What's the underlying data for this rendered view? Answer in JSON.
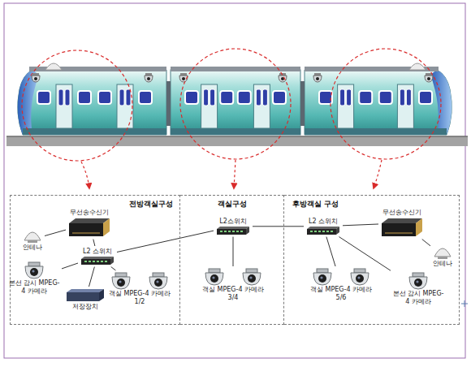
{
  "diagram": {
    "nodes": [
      {
        "text": [
          "전방객실구성"
        ]
      },
      {
        "text": [
          "안테나"
        ],
        "in": 0
      },
      {
        "text": [
          "무선송수신기"
        ],
        "in": 0
      },
      {
        "text": [
          "본선 감시 MPEG-4 카메라"
        ],
        "in": 0
      },
      {
        "text": [
          "L2 스위치"
        ],
        "in": 0
      },
      {
        "text": [
          "객실 MPEG-4 카메라 1/2"
        ],
        "in": 0
      },
      {
        "text": [
          "저장장치"
        ],
        "in": 0
      },
      {
        "text": [
          "객실구성"
        ]
      },
      {
        "text": [
          "L2스위치"
        ],
        "in": 7
      },
      {
        "text": [
          "객실 MPEG-4 카메라 3/4"
        ],
        "in": 7
      },
      {
        "text": [
          "후방객실 구성"
        ]
      },
      {
        "text": [
          "무선송수신기"
        ],
        "in": 10
      },
      {
        "text": [
          "안테나"
        ],
        "in": 10
      },
      {
        "text": [
          "L2 스위치"
        ],
        "in": 10
      },
      {
        "text": [
          "객실 MPEG-4 카메라 5/6"
        ],
        "in": 10
      },
      {
        "text": [
          "본선 감시 MPEG-4 카메라"
        ],
        "in": 10
      }
    ],
    "edges": [
      {
        "from": 1,
        "to": 2,
        "arrow": "none"
      },
      {
        "from": 2,
        "to": 4,
        "arrow": "none"
      },
      {
        "from": 3,
        "to": 4,
        "arrow": "none"
      },
      {
        "from": 4,
        "to": 6,
        "arrow": "none"
      },
      {
        "from": 4,
        "to": 5,
        "arrow": "none"
      },
      {
        "from": 4,
        "to": 8,
        "arrow": "none"
      },
      {
        "from": 8,
        "to": 9,
        "arrow": "none"
      },
      {
        "from": 8,
        "to": 13,
        "arrow": "none"
      },
      {
        "from": 13,
        "to": 11,
        "arrow": "none"
      },
      {
        "from": 11,
        "to": 12,
        "arrow": "none"
      },
      {
        "from": 13,
        "to": 14,
        "arrow": "none"
      },
      {
        "from": 13,
        "to": 15,
        "arrow": "none"
      }
    ]
  }
}
